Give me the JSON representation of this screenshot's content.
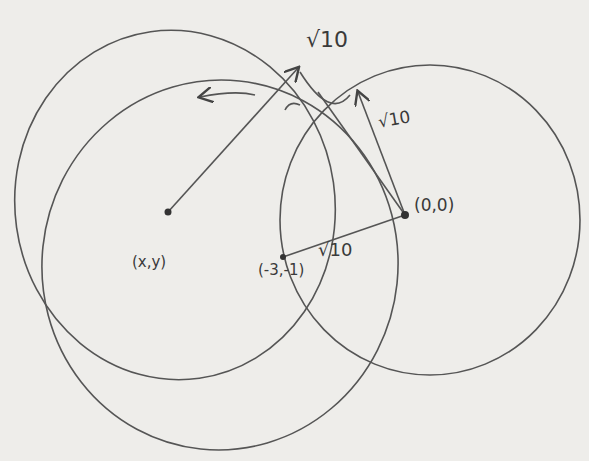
{
  "diagram": {
    "labels": [
      "√10",
      "√10",
      "(0,0)",
      "(x,y)",
      "(-3,-1)",
      "√10"
    ]
  }
}
